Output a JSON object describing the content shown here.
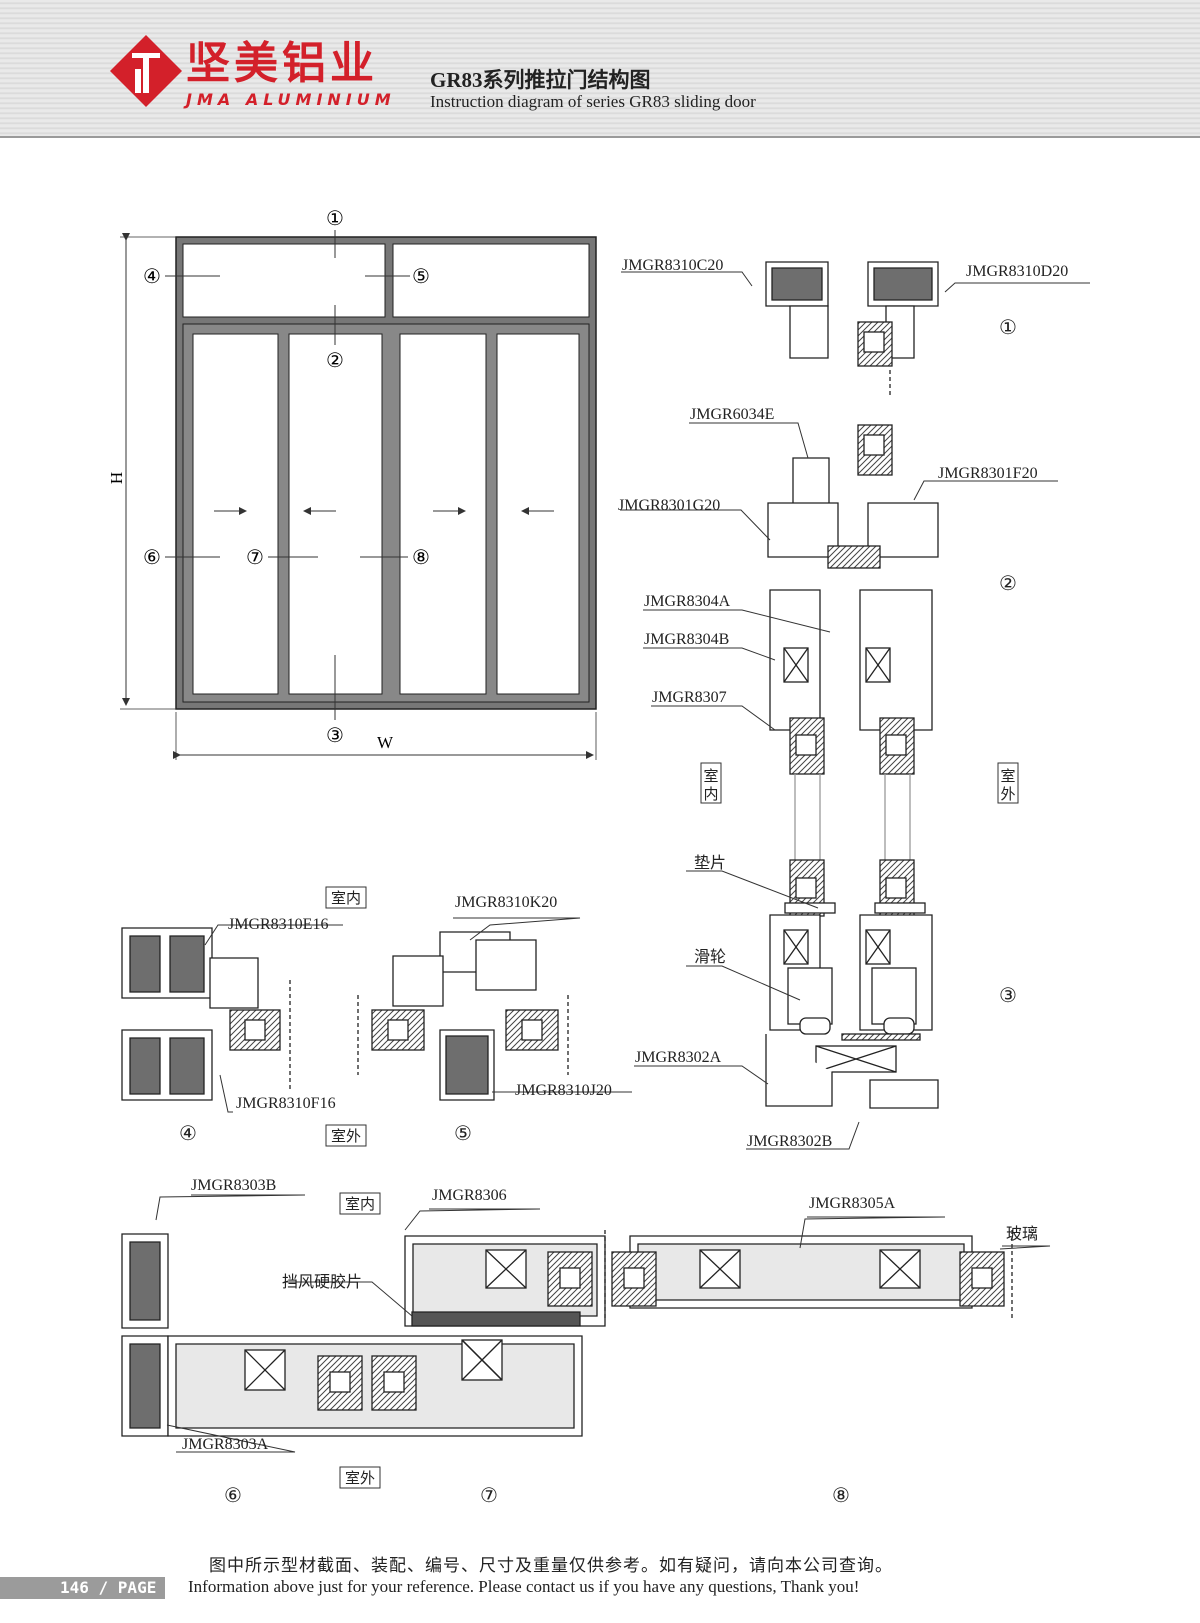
{
  "header": {
    "brand_cn": "坚美铝业",
    "brand_en": "JMA ALUMINIUM",
    "title_cn": "GR83系列推拉门结构图",
    "title_en": "Instruction diagram of series GR83 sliding door",
    "brand_color": "#d3202a"
  },
  "elevation": {
    "markers": [
      "①",
      "②",
      "③",
      "④",
      "⑤",
      "⑥",
      "⑦",
      "⑧"
    ],
    "height_label": "H",
    "width_label": "W"
  },
  "section_labels": {
    "c20": "JMGR8310C20",
    "d20": "JMGR8310D20",
    "e6034": "JMGR6034E",
    "f20": "JMGR8301F20",
    "g20": "JMGR8301G20",
    "a8304": "JMGR8304A",
    "b8304": "JMGR8304B",
    "p8307": "JMGR8307",
    "shim": "垫片",
    "roller": "滑轮",
    "a8302": "JMGR8302A",
    "b8302": "JMGR8302B",
    "e16": "JMGR8310E16",
    "f16": "JMGR8310F16",
    "k20": "JMGR8310K20",
    "j20": "JMGR8310J20",
    "b8303": "JMGR8303B",
    "a8303": "JMGR8303A",
    "p8306": "JMGR8306",
    "a8305": "JMGR8305A",
    "weather": "挡风硬胶片",
    "glass": "玻璃"
  },
  "side_tags": {
    "indoor": "室内",
    "outdoor": "室外",
    "indoor_v1": "室",
    "indoor_v2": "内",
    "outdoor_v1": "室",
    "outdoor_v2": "外"
  },
  "footer": {
    "note_cn": "图中所示型材截面、装配、编号、尺寸及重量仅供参考。如有疑问，请向本公司查询。",
    "note_en": "Information above just for your reference. Please contact us if you have any questions, Thank you!",
    "page": "146 / PAGE"
  }
}
